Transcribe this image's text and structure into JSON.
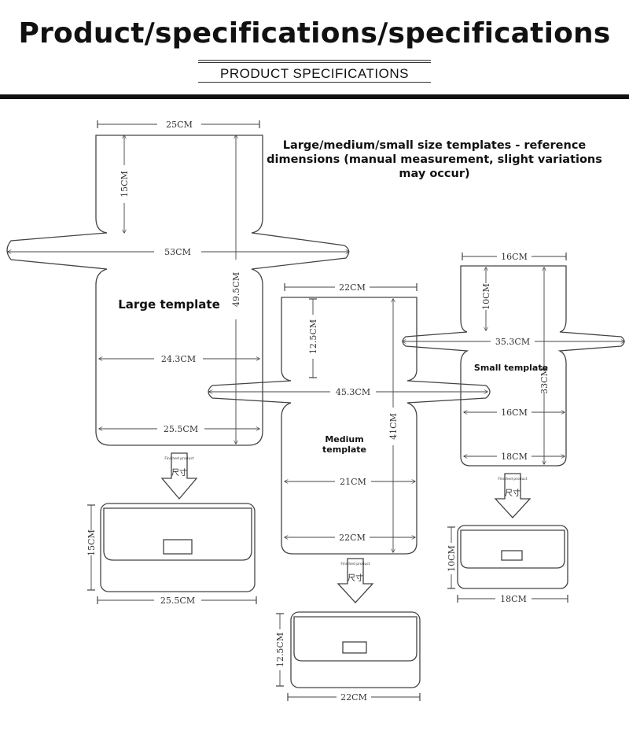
{
  "header": {
    "title": "Product/specifications/specifications",
    "subtitle": "PRODUCT SPECIFICATIONS"
  },
  "note": "Large/medium/small size templates - reference dimensions (manual measurement, slight variations may occur)",
  "templates": {
    "large": {
      "label": "Large template",
      "dims": {
        "top_width": "25CM",
        "upper_height": "15CM",
        "span": "53CM",
        "total_height": "49.5CM",
        "mid_width": "24.3CM",
        "bottom_width": "25.5CM"
      },
      "finished": {
        "caption": "Finished product",
        "chars": "尺寸",
        "height": "15CM",
        "width": "25.5CM"
      }
    },
    "medium": {
      "label": "Medium template",
      "dims": {
        "top_width": "22CM",
        "upper_height": "12.5CM",
        "span": "45.3CM",
        "total_height": "41CM",
        "mid_width": "21CM",
        "bottom_width": "22CM"
      },
      "finished": {
        "caption": "Finished product",
        "chars": "尺寸",
        "height": "12.5CM",
        "width": "22CM"
      }
    },
    "small": {
      "label": "Small template",
      "dims": {
        "top_width": "16CM",
        "upper_height": "10CM",
        "span": "35.3CM",
        "total_height": "33CM",
        "mid_width": "16CM",
        "bottom_width": "18CM"
      },
      "finished": {
        "caption": "Finished product",
        "chars": "尺寸",
        "height": "10CM",
        "width": "18CM"
      }
    }
  },
  "colors": {
    "line": "#444444",
    "text": "#111111",
    "header_bar": "#111111"
  }
}
